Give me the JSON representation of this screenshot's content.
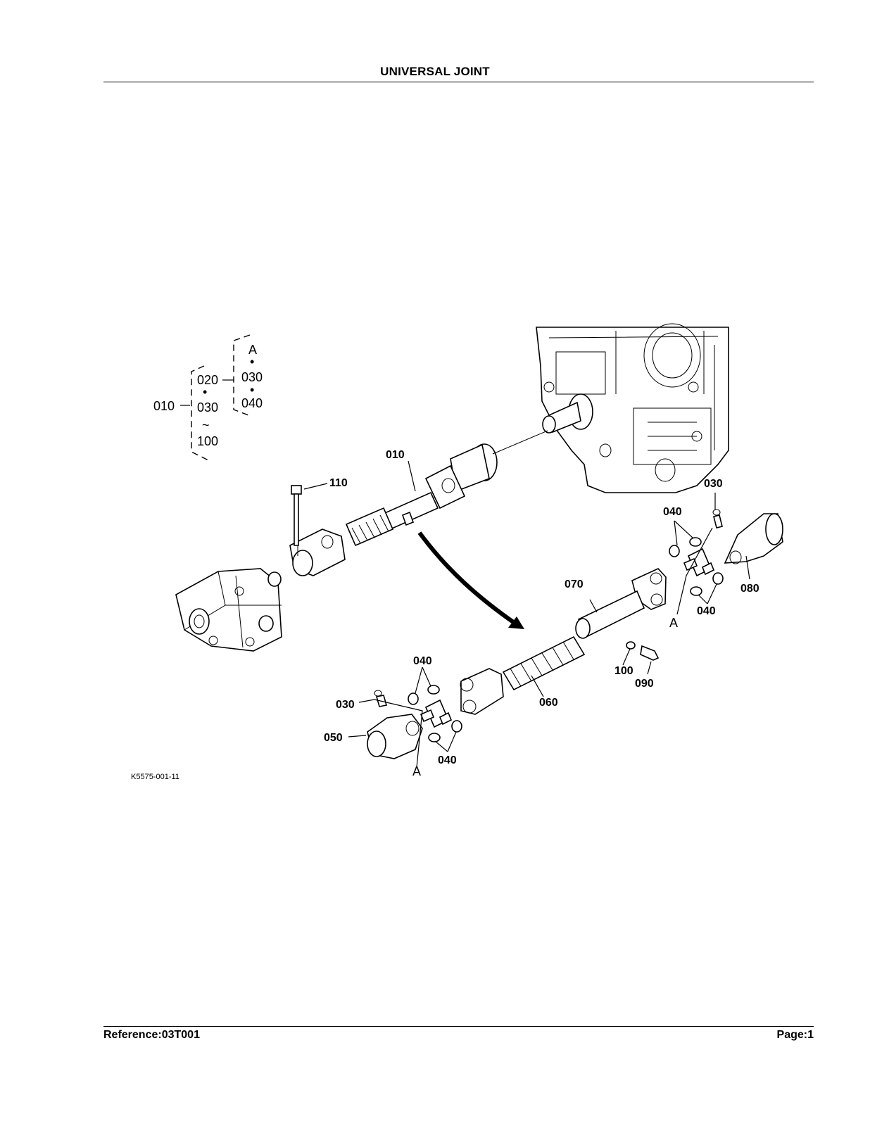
{
  "header": {
    "title": "UNIVERSAL JOINT"
  },
  "footer": {
    "reference": "Reference:03T001",
    "page": "Page:1"
  },
  "diagram": {
    "figure_code": "K5575-001-11",
    "bracket_group": {
      "root": "010",
      "inner": [
        "020",
        "•",
        "030",
        "~",
        "100"
      ],
      "sub": [
        "A",
        "•",
        "030",
        "•",
        "040"
      ]
    },
    "callouts": {
      "p010": "010",
      "p110": "110",
      "p070": "070",
      "p060": "060",
      "p050": "050",
      "p080": "080",
      "p090": "090",
      "p100": "100",
      "p030_right": "030",
      "p030_left": "030",
      "p040_right_top": "040",
      "p040_right_bottom": "040",
      "p040_left_top": "040",
      "p040_left_bottom": "040",
      "a_right": "A",
      "a_left": "A"
    }
  }
}
